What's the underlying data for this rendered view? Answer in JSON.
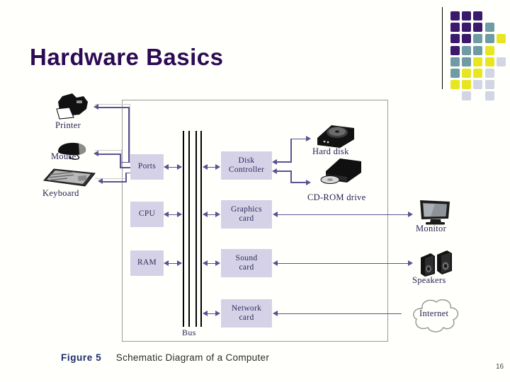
{
  "slide": {
    "title": "Hardware Basics",
    "page_number": "16",
    "background_color": "#fffffc",
    "title_color": "#2d0a54"
  },
  "decoration": {
    "name": "dot-grid",
    "colors": {
      "dark_purple": "#3b1a6e",
      "teal": "#6f9ba4",
      "yellow": "#e8e622",
      "light_grey": "#d2d5e4"
    },
    "dots": [
      {
        "row": 0,
        "col": 0,
        "color": "#3b1a6e"
      },
      {
        "row": 0,
        "col": 1,
        "color": "#3b1a6e"
      },
      {
        "row": 0,
        "col": 2,
        "color": "#3b1a6e"
      },
      {
        "row": 1,
        "col": 0,
        "color": "#3b1a6e"
      },
      {
        "row": 1,
        "col": 1,
        "color": "#3b1a6e"
      },
      {
        "row": 1,
        "col": 2,
        "color": "#3b1a6e"
      },
      {
        "row": 1,
        "col": 3,
        "color": "#6f9ba4"
      },
      {
        "row": 2,
        "col": 0,
        "color": "#3b1a6e"
      },
      {
        "row": 2,
        "col": 1,
        "color": "#3b1a6e"
      },
      {
        "row": 2,
        "col": 2,
        "color": "#6f9ba4"
      },
      {
        "row": 2,
        "col": 3,
        "color": "#6f9ba4"
      },
      {
        "row": 2,
        "col": 4,
        "color": "#e8e622"
      },
      {
        "row": 3,
        "col": 0,
        "color": "#3b1a6e"
      },
      {
        "row": 3,
        "col": 1,
        "color": "#6f9ba4"
      },
      {
        "row": 3,
        "col": 2,
        "color": "#6f9ba4"
      },
      {
        "row": 3,
        "col": 3,
        "color": "#e8e622"
      },
      {
        "row": 4,
        "col": 0,
        "color": "#6f9ba4"
      },
      {
        "row": 4,
        "col": 1,
        "color": "#6f9ba4"
      },
      {
        "row": 4,
        "col": 2,
        "color": "#e8e622"
      },
      {
        "row": 4,
        "col": 3,
        "color": "#e8e622"
      },
      {
        "row": 4,
        "col": 4,
        "color": "#d2d5e4"
      },
      {
        "row": 5,
        "col": 0,
        "color": "#6f9ba4"
      },
      {
        "row": 5,
        "col": 1,
        "color": "#e8e622"
      },
      {
        "row": 5,
        "col": 2,
        "color": "#e8e622"
      },
      {
        "row": 5,
        "col": 3,
        "color": "#d2d5e4"
      },
      {
        "row": 6,
        "col": 0,
        "color": "#e8e622"
      },
      {
        "row": 6,
        "col": 1,
        "color": "#e8e622"
      },
      {
        "row": 6,
        "col": 2,
        "color": "#d2d5e4"
      },
      {
        "row": 6,
        "col": 3,
        "color": "#d2d5e4"
      },
      {
        "row": 7,
        "col": 1,
        "color": "#d2d5e4"
      },
      {
        "row": 7,
        "col": 3,
        "color": "#d2d5e4"
      }
    ]
  },
  "diagram": {
    "frame_label": "system-unit-boundary",
    "box_fill": "#d5d2e8",
    "arrow_color": "#5b5292",
    "bus_label": "Bus",
    "internal_components": [
      {
        "id": "ports",
        "label": "Ports"
      },
      {
        "id": "cpu",
        "label": "CPU"
      },
      {
        "id": "ram",
        "label": "RAM"
      },
      {
        "id": "disk-controller",
        "label_line1": "Disk",
        "label_line2": "Controller"
      },
      {
        "id": "graphics-card",
        "label_line1": "Graphics",
        "label_line2": "card"
      },
      {
        "id": "sound-card",
        "label_line1": "Sound",
        "label_line2": "card"
      },
      {
        "id": "network-card",
        "label_line1": "Network",
        "label_line2": "card"
      }
    ],
    "peripherals": [
      {
        "id": "printer",
        "label": "Printer",
        "side": "left"
      },
      {
        "id": "mouse",
        "label": "Mouse",
        "side": "left"
      },
      {
        "id": "keyboard",
        "label": "Keyboard",
        "side": "left"
      },
      {
        "id": "hard-disk",
        "label": "Hard disk",
        "side": "right-inner"
      },
      {
        "id": "cd-rom-drive",
        "label": "CD-ROM drive",
        "side": "right-inner"
      },
      {
        "id": "monitor",
        "label": "Monitor",
        "side": "right-outer"
      },
      {
        "id": "speakers",
        "label": "Speakers",
        "side": "right-outer"
      },
      {
        "id": "internet",
        "label": "Internet",
        "side": "right-outer"
      }
    ]
  },
  "caption": {
    "figure_number": "Figure 5",
    "text": "Schematic Diagram of a Computer"
  }
}
